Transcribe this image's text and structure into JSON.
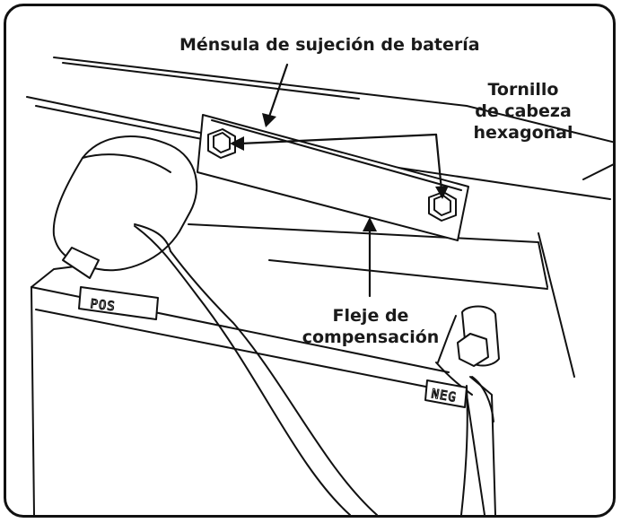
{
  "labels": {
    "bracket": "Ménsula de sujeción de batería",
    "bolt_line1": "Tornillo",
    "bolt_line2": "de cabeza",
    "bolt_line3": "hexagonal",
    "strip_line1": "Fleje de",
    "strip_line2": "compensación",
    "terminal_pos": "POS",
    "terminal_neg": "NEG"
  },
  "colors": {
    "line": "#111111",
    "background": "#ffffff",
    "text": "#1a1a1a"
  }
}
